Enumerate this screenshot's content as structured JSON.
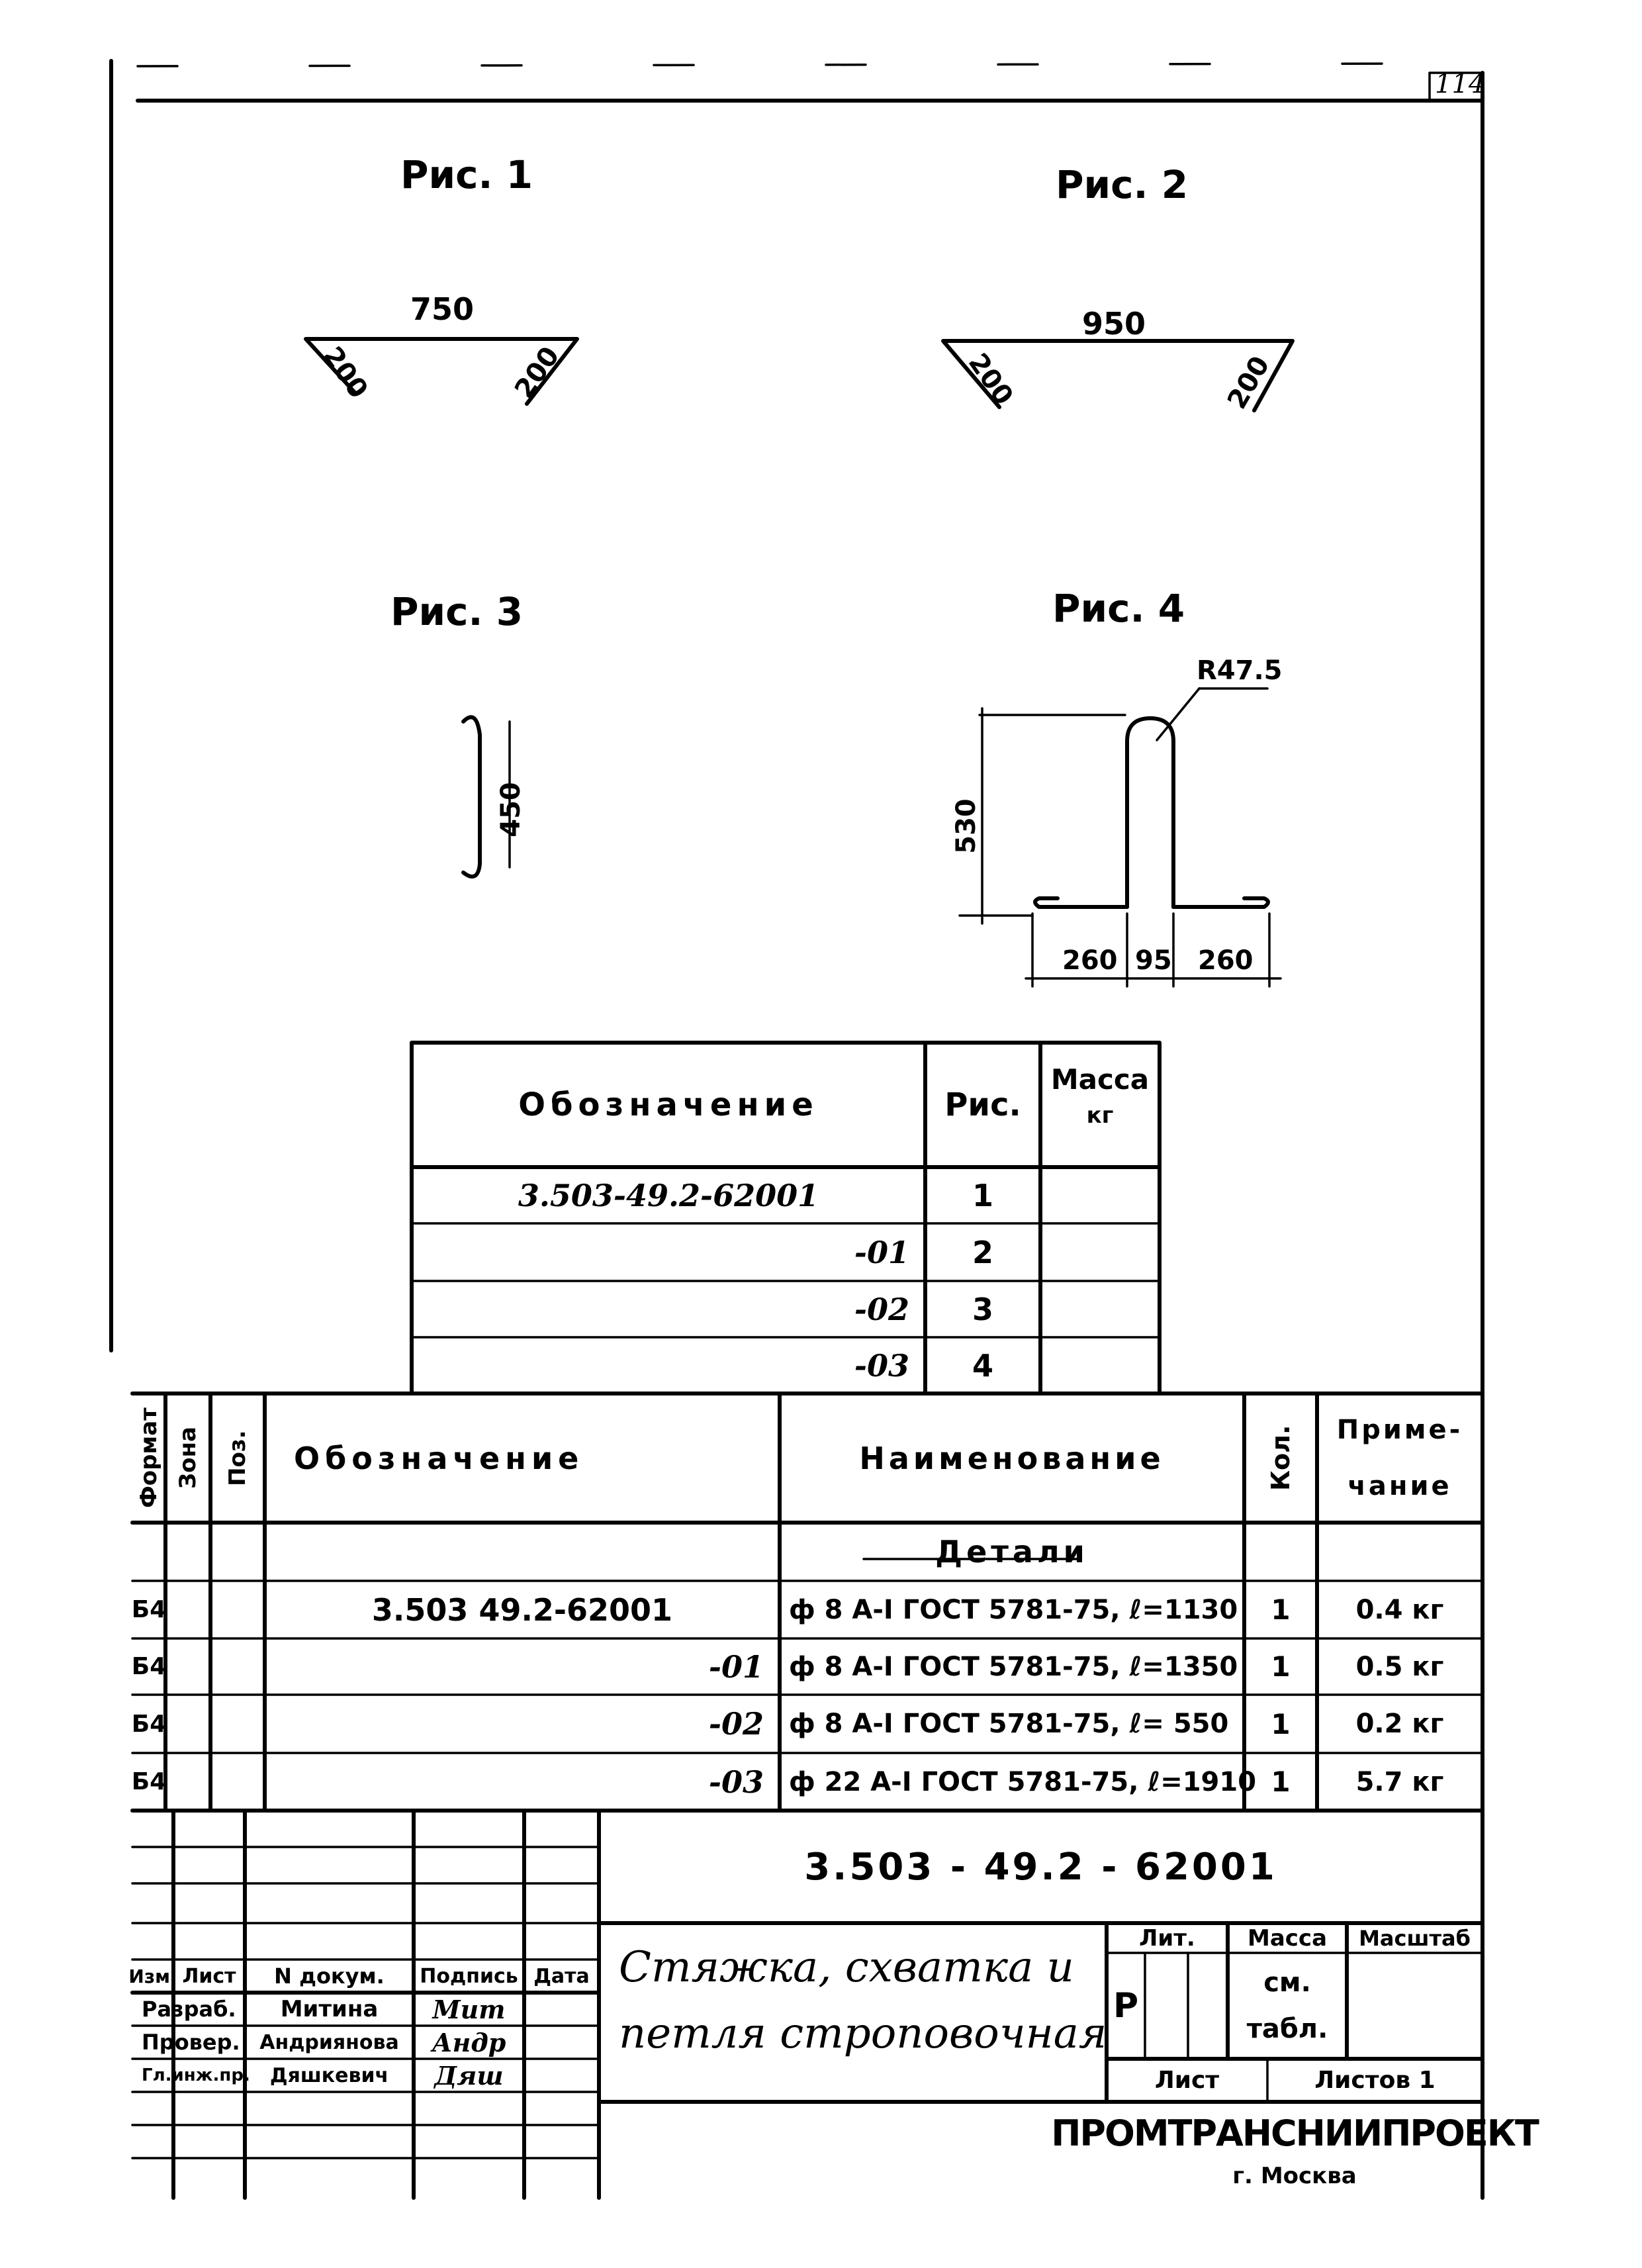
{
  "sheet": {
    "number": "114"
  },
  "figures": {
    "fig1": {
      "caption": "Рис. 1",
      "top": "750",
      "left": "200",
      "right": "200"
    },
    "fig2": {
      "caption": "Рис. 2",
      "top": "950",
      "left": "200",
      "right": "200"
    },
    "fig3": {
      "caption": "Рис. 3",
      "height": "450"
    },
    "fig4": {
      "caption": "Рис. 4",
      "radius": "R47.5",
      "height": "530",
      "base_left": "260",
      "base_mid": "95",
      "base_right": "260"
    }
  },
  "mass_table": {
    "headers": {
      "designation": "Обозначение",
      "fig": "Рис.",
      "mass": "Масса",
      "mass_unit": "кг"
    },
    "rows": [
      {
        "designation": "3.503-49.2-62001",
        "fig": "1",
        "mass": ""
      },
      {
        "designation": "-01",
        "fig": "2",
        "mass": ""
      },
      {
        "designation": "-02",
        "fig": "3",
        "mass": ""
      },
      {
        "designation": "-03",
        "fig": "4",
        "mass": ""
      }
    ]
  },
  "spec_table": {
    "headers": {
      "format": "Формат",
      "zone": "Зона",
      "pos": "Поз.",
      "designation": "Обозначение",
      "name": "Наименование",
      "qty": "Кол.",
      "note_1": "Приме-",
      "note_2": "чание"
    },
    "section": "Детали",
    "rows": [
      {
        "format": "Б4",
        "designation": "3.503 49.2-62001",
        "name": "ф 8 А-I  ГОСТ 5781-75, ℓ=1130",
        "qty": "1",
        "note": "0.4 кг"
      },
      {
        "format": "Б4",
        "designation": "-01",
        "name": "ф 8 А-I  ГОСТ 5781-75, ℓ=1350",
        "qty": "1",
        "note": "0.5 кг"
      },
      {
        "format": "Б4",
        "designation": "-02",
        "name": "ф 8 А-I  ГОСТ 5781-75, ℓ= 550",
        "qty": "1",
        "note": "0.2 кг"
      },
      {
        "format": "Б4",
        "designation": "-03",
        "name": "ф 22 А-I  ГОСТ 5781-75, ℓ=1910",
        "qty": "1",
        "note": "5.7 кг"
      }
    ]
  },
  "title_block": {
    "doc_code": "3.503 - 49.2 - 62001",
    "title_line1": "Стяжка, схватка и",
    "title_line2": "петля строповочная",
    "labels": {
      "izm": "Изм.",
      "list": "Лист",
      "ndoc": "N докум.",
      "sign": "Подпись",
      "date": "Дата",
      "lit": "Лит.",
      "mass": "Масса",
      "scale": "Масштаб",
      "sheet": "Лист",
      "sheets": "Листов 1"
    },
    "lit_value": "Р",
    "mass_value_1": "см.",
    "mass_value_2": "табл.",
    "roles": [
      {
        "role": "Разраб.",
        "name": "Митина",
        "sign": "Мит"
      },
      {
        "role": "Провер.",
        "name": "Андриянова",
        "sign": "Андр"
      },
      {
        "role": "Гл.инж.пр.",
        "name": "Дяшкевич",
        "sign": "Дяш"
      }
    ],
    "org_name": "ПРОМТРАНСНИИПРОЕКТ",
    "org_city": "г. Москва"
  }
}
